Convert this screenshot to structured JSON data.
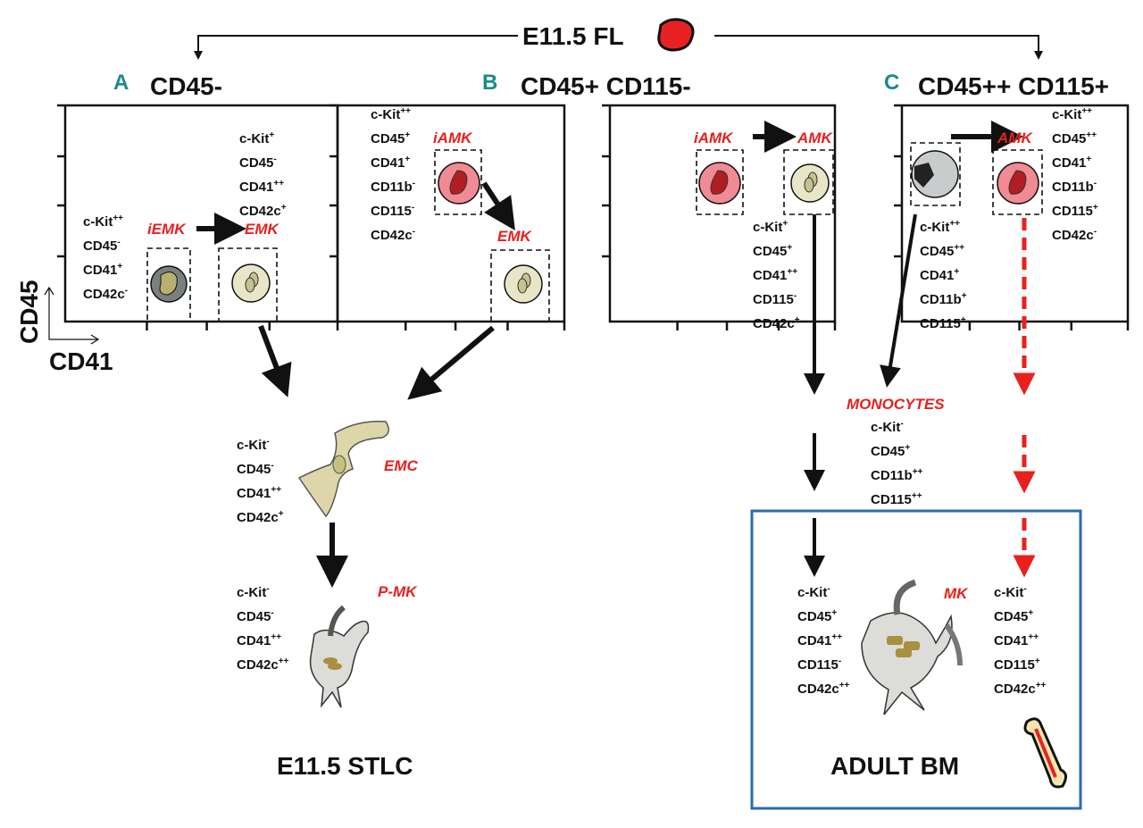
{
  "title": "E11.5 FL",
  "panels": {
    "a": {
      "letter": "A",
      "label": "CD45-"
    },
    "b": {
      "letter": "B",
      "label": "CD45+ CD115-"
    },
    "c": {
      "letter": "C",
      "label": "CD45++ CD115+"
    }
  },
  "axes": {
    "y": "CD45",
    "x": "CD41"
  },
  "cells": {
    "iemk": "iEMK",
    "emk": "EMK",
    "iamk": "iAMK",
    "amk": "AMK",
    "monocytes": "MONOCYTES",
    "emc": "EMC",
    "pmk": "P-MK",
    "mk": "MK"
  },
  "bottom": {
    "stlc": "E11.5 STLC",
    "adult_bm": "ADULT BM"
  },
  "colors": {
    "red": "#e8201e",
    "teal": "#1a8a8a",
    "blue_box": "#2a6ab5",
    "amk_pink": "#f08a94",
    "emk_beige": "#e9e6c8"
  },
  "marker_lists": {
    "emk_a": [
      [
        "c-Kit",
        "+"
      ],
      [
        "CD45",
        "-"
      ],
      [
        "CD41",
        "++"
      ],
      [
        "CD42c",
        "+"
      ]
    ],
    "iemk_a": [
      [
        "c-Kit",
        "++"
      ],
      [
        "CD45",
        "-"
      ],
      [
        "CD41",
        "+"
      ],
      [
        "CD42c",
        "-"
      ]
    ],
    "iamk_b": [
      [
        "c-Kit",
        "++"
      ],
      [
        "CD45",
        "+"
      ],
      [
        "CD41",
        "+"
      ],
      [
        "CD11b",
        "-"
      ],
      [
        "CD115",
        "-"
      ],
      [
        "CD42c",
        "-"
      ]
    ],
    "amk_b": [
      [
        "c-Kit",
        "+"
      ],
      [
        "CD45",
        "+"
      ],
      [
        "CD41",
        "++"
      ],
      [
        "CD115",
        "-"
      ],
      [
        "CD42c",
        "+"
      ]
    ],
    "amk_c": [
      [
        "c-Kit",
        "++"
      ],
      [
        "CD45",
        "++"
      ],
      [
        "CD41",
        "+"
      ],
      [
        "CD11b",
        "-"
      ],
      [
        "CD115",
        "+"
      ],
      [
        "CD42c",
        "-"
      ]
    ],
    "precursor_c": [
      [
        "c-Kit",
        "++"
      ],
      [
        "CD45",
        "++"
      ],
      [
        "CD41",
        "+"
      ],
      [
        "CD11b",
        "+"
      ],
      [
        "CD115",
        "+"
      ]
    ],
    "monocytes": [
      [
        "c-Kit",
        "-"
      ],
      [
        "CD45",
        "+"
      ],
      [
        "CD11b",
        "++"
      ],
      [
        "CD115",
        "++"
      ]
    ],
    "emc": [
      [
        "c-Kit",
        "-"
      ],
      [
        "CD45",
        "-"
      ],
      [
        "CD41",
        "++"
      ],
      [
        "CD42c",
        "+"
      ]
    ],
    "pmk": [
      [
        "c-Kit",
        "-"
      ],
      [
        "CD45",
        "-"
      ],
      [
        "CD41",
        "++"
      ],
      [
        "CD42c",
        "++"
      ]
    ],
    "mk_left": [
      [
        "c-Kit",
        "-"
      ],
      [
        "CD45",
        "+"
      ],
      [
        "CD41",
        "++"
      ],
      [
        "CD115",
        "-"
      ],
      [
        "CD42c",
        "++"
      ]
    ],
    "mk_right": [
      [
        "c-Kit",
        "-"
      ],
      [
        "CD45",
        "+"
      ],
      [
        "CD41",
        "++"
      ],
      [
        "CD115",
        "+"
      ],
      [
        "CD42c",
        "++"
      ]
    ]
  }
}
